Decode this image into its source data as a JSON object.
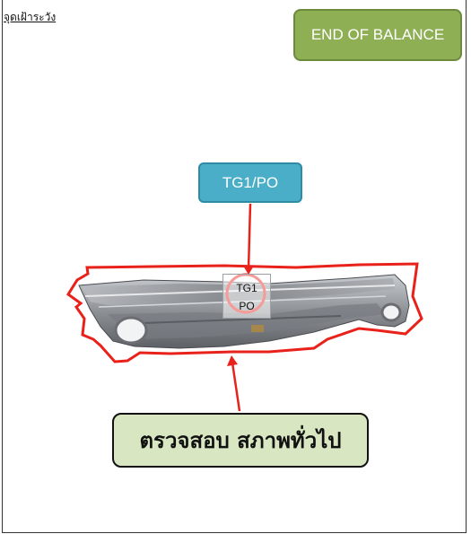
{
  "header": {
    "caution_label": "จุดเฝ้าระวัง"
  },
  "buttons": {
    "end_of_balance": "END OF BALANCE",
    "station_code": "TG1/PO"
  },
  "part": {
    "name_icon": "car-body-panel-icon",
    "marker_line1": "TG1",
    "marker_line2": "PO"
  },
  "instruction": {
    "label": "ตรวจสอบ สภาพทั่วไป"
  },
  "colors": {
    "end_button": "#8faf55",
    "station_button": "#4aaec8",
    "highlight": "#e8221b",
    "instruction_bg": "#d9e6c2"
  }
}
